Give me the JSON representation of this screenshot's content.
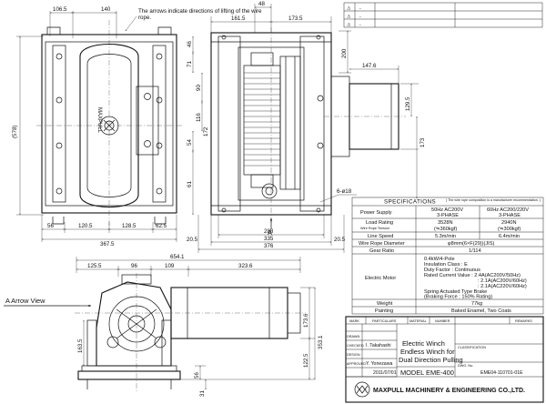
{
  "revision_block": {
    "rows": [
      {
        "mark": "⚠",
        "col2": "-",
        "col3": ""
      },
      {
        "mark": "⚠",
        "col2": "-",
        "col3": ""
      },
      {
        "mark": "⚠",
        "col2": "-",
        "col3": ""
      }
    ]
  },
  "note_wire_rope": "The arrows indicate directions of lifting of the wire rope.",
  "brand_on_housing": "MAXPULL",
  "view_labels": {
    "a_arrow_view": "A Arrow View",
    "arrow_a": "A"
  },
  "dimensions": {
    "left_view": {
      "top_106_5": "106.5",
      "top_140": "140",
      "height_578": "(578)",
      "bottom_56": "56",
      "bottom_120_5": "120.5",
      "bottom_128_5": "128.5",
      "bottom_62_5": "62.5",
      "overall_367_5": "367.5"
    },
    "front_view": {
      "top_48": "48",
      "top_161_5": "161.5",
      "top_173_5": "173.5",
      "top_200": "200",
      "v_46": "46",
      "v_71": "71",
      "v_90": "90",
      "v_116": "116",
      "v_54": "54",
      "v_61": "61",
      "v_172": "172",
      "v_129_5": "129.5",
      "v_173": "173",
      "right_147_6": "147.6",
      "hole_note": "6-ø18",
      "bottom_288": "288",
      "bottom_335": "335",
      "bottom_376": "376",
      "bottom_20_5a": "20.5",
      "bottom_20_5b": "20.5"
    },
    "bottom_view": {
      "overall_654_1": "654.1",
      "h_125_5": "125.5",
      "h_96": "96",
      "h_109": "109",
      "h_323_6": "323.6",
      "v_163_5": "163.5",
      "v_353_1": "353.1",
      "v_173_6": "173.6",
      "v_122_5": "122.5",
      "v_56": "56",
      "v_31": "31"
    }
  },
  "spec_table": {
    "title": "SPECIFICATIONS",
    "title_note": "( The wire rope composition is a manufacturer recommendation. )",
    "rows": [
      {
        "label": "Power Supply",
        "c1a": "50Hz AC200V",
        "c1b": "3-PHASE",
        "c2a": "60Hz AC200/220V",
        "c2b": "3-PHASE"
      },
      {
        "label": "Load Rating",
        "label2": "Wire Rope Tension",
        "c1a": "3528N",
        "c1b": "(≒360kgf)",
        "c2a": "2940N",
        "c2b": "(≒300kgf)"
      },
      {
        "label": "Line Speed",
        "c1a": "5.3m/min",
        "c2a": "6.4m/min"
      },
      {
        "label": "Wire Rope Diameter",
        "value": "φ8mm(6×F(29))(JIS)"
      },
      {
        "label": "Gear Ratio",
        "value": "1/114"
      },
      {
        "label": "Electric Motor",
        "lines": [
          "0.4kW/4-Pole",
          "Insulation Class : E",
          "Duty Factor : Continuous",
          "Rated Current Value : 2.4A(AC200V/50Hz)",
          ": 2.1A(AC200V/60Hz)",
          ": 2.1A(AC220V/60Hz)",
          "Spring Actuated Type Brake",
          "(Braking Force : 150% Rating)"
        ]
      },
      {
        "label": "Weight",
        "value": "77kg"
      },
      {
        "label": "Painting",
        "value": "Baked Enamel, Two Coats"
      }
    ]
  },
  "title_block": {
    "header_mark": "MARK",
    "header_particulars": "PARTICULARS",
    "header_material": "MATERIAL",
    "header_number": "NUMBER",
    "header_remarks": "REMARKS",
    "label_drawn": "DRAWN",
    "label_checked": "CHECKED",
    "label_design": "DESIGN",
    "label_approved": "APPROVED",
    "name_top": "I. Takahashi",
    "name_bottom": "Y. Yonezawa",
    "date": "2011/07/01",
    "title_line1": "Electric Winch",
    "title_line2": "Endless Winch for",
    "title_line3": "Dual Direction Pulling",
    "model": "MODEL EME-400",
    "label_classification": "CLASSIFICATION",
    "label_drawing_no": "DWG. No.",
    "drawing_no": "EME04-110701-01E",
    "company": "MAXPULL MACHINERY & ENGINEERING CO.,LTD."
  }
}
